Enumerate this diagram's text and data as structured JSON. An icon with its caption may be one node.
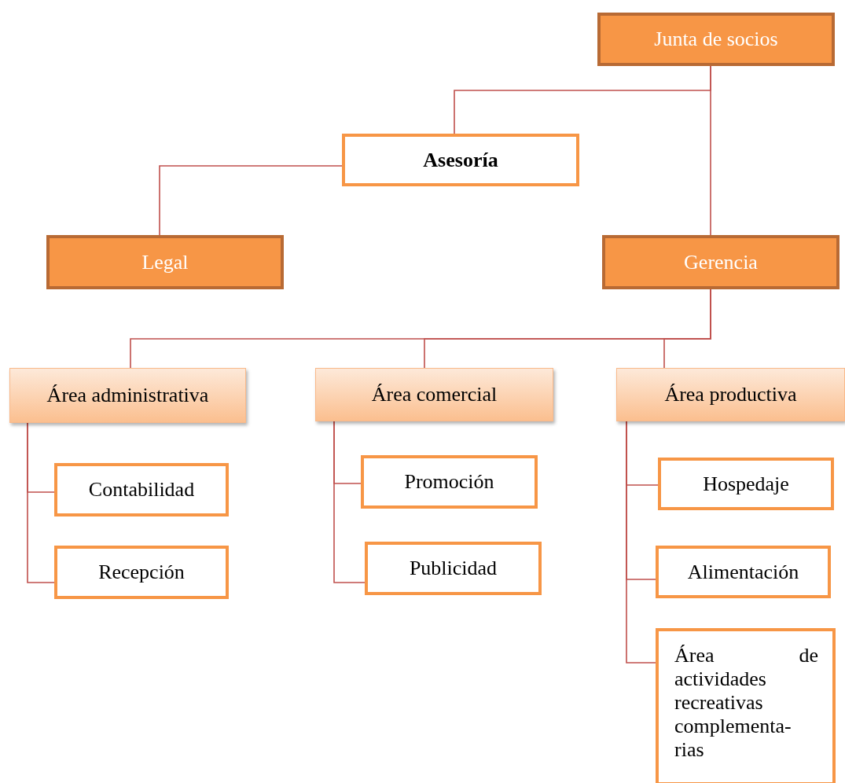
{
  "diagram": {
    "nodes": [
      {
        "text": [
          "Junta de socios"
        ]
      },
      {
        "text": [
          "Asesoría"
        ]
      },
      {
        "text": [
          "Legal"
        ]
      },
      {
        "text": [
          "Gerencia"
        ]
      },
      {
        "text": [
          "Área administrativa"
        ]
      },
      {
        "text": [
          "Área comercial"
        ]
      },
      {
        "text": [
          "Área productiva"
        ]
      },
      {
        "text": [
          "Contabilidad"
        ]
      },
      {
        "text": [
          "Recepción"
        ]
      },
      {
        "text": [
          "Promoción"
        ]
      },
      {
        "text": [
          "Publicidad"
        ]
      },
      {
        "text": [
          "Hospedaje"
        ]
      },
      {
        "text": [
          "Alimentación"
        ]
      },
      {
        "text": [
          "Área de actividades recreativas complementa-rias"
        ]
      }
    ],
    "edges": [
      {
        "from": 0,
        "to": 1,
        "arrow": "none"
      },
      {
        "from": 0,
        "to": 3,
        "arrow": "none"
      },
      {
        "from": 1,
        "to": 2,
        "arrow": "none"
      },
      {
        "from": 3,
        "to": 4,
        "arrow": "none"
      },
      {
        "from": 3,
        "to": 5,
        "arrow": "none"
      },
      {
        "from": 3,
        "to": 6,
        "arrow": "none"
      },
      {
        "from": 4,
        "to": 7,
        "arrow": "none"
      },
      {
        "from": 4,
        "to": 8,
        "arrow": "none"
      },
      {
        "from": 5,
        "to": 9,
        "arrow": "none"
      },
      {
        "from": 5,
        "to": 10,
        "arrow": "none"
      },
      {
        "from": 6,
        "to": 11,
        "arrow": "none"
      },
      {
        "from": 6,
        "to": 12,
        "arrow": "none"
      },
      {
        "from": 6,
        "to": 13,
        "arrow": "none"
      }
    ]
  }
}
